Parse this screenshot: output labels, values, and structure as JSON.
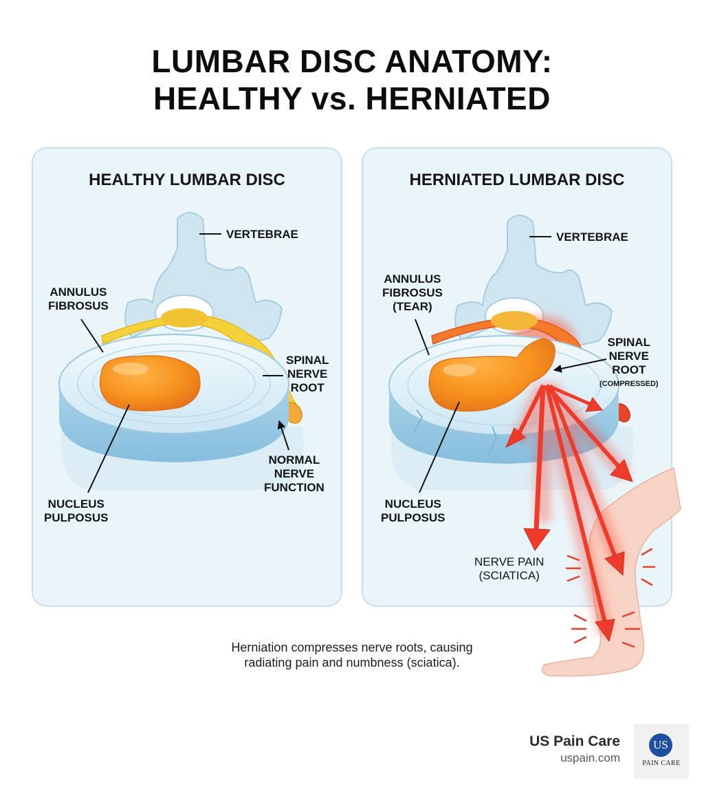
{
  "title": {
    "line1": "LUMBAR DISC ANATOMY:",
    "line2": "HEALTHY vs. HERNIATED"
  },
  "healthy": {
    "heading": "HEALTHY LUMBAR DISC",
    "labels": {
      "vertebrae": "VERTEBRAE",
      "annulus_1": "ANNULUS",
      "annulus_2": "FIBROSUS",
      "nerve_1": "SPINAL",
      "nerve_2": "NERVE",
      "nerve_3": "ROOT",
      "function_1": "NORMAL",
      "function_2": "NERVE",
      "function_3": "FUNCTION",
      "nucleus_1": "NUCLEUS",
      "nucleus_2": "PULPOSUS"
    }
  },
  "herniated": {
    "heading": "HERNIATED LUMBAR DISC",
    "labels": {
      "vertebrae": "VERTEBRAE",
      "annulus_1": "ANNULUS",
      "annulus_2": "FIBROSUS",
      "annulus_3": "(TEAR)",
      "nerve_1": "SPINAL",
      "nerve_2": "NERVE",
      "nerve_3": "ROOT",
      "nerve_4": "(COMPRESSED)",
      "nucleus_1": "NUCLEUS",
      "nucleus_2": "PULPOSUS",
      "pain_1": "NERVE PAIN",
      "pain_2": "(SCIATICA)"
    }
  },
  "caption": {
    "line1": "Herniation compresses nerve roots, causing",
    "line2": "radiating pain and numbness (sciatica)."
  },
  "brand": {
    "name": "US Pain Care",
    "url": "uspain.com",
    "logo_mark": "US",
    "logo_text": "PAIN CARE"
  },
  "colors": {
    "panel_bg": "#eaf5f9",
    "bone": "#cfe6f1",
    "nucleus": "#f7921e",
    "nerve": "#f5d13a",
    "pain": "#ee3b2a",
    "skin": "#f8d4c6",
    "brand_blue": "#1f4fa0"
  }
}
